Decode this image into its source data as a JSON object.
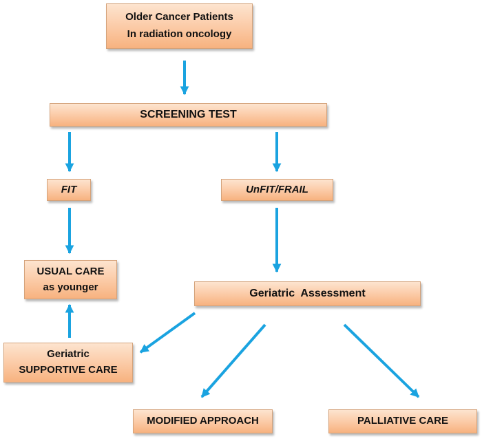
{
  "colors": {
    "box_fill_top": "#fde4cf",
    "box_fill_bottom": "#f7b27f",
    "box_border": "#d4a27a",
    "arrow": "#1aa3e0",
    "text": "#111111"
  },
  "nodes": {
    "older_patients": {
      "line1": "Older Cancer Patients",
      "line2": "In radiation oncology"
    },
    "screening_test": {
      "label": "SCREENING TEST"
    },
    "fit": {
      "label": "FIT"
    },
    "unfit_frail": {
      "label": "UnFIT/FRAIL"
    },
    "usual_care": {
      "line1": "USUAL CARE",
      "line2": "as younger"
    },
    "geriatric_assessment": {
      "label": "Geriatric  Assessment"
    },
    "geriatric_supportive_care": {
      "line1": "Geriatric",
      "line2": "SUPPORTIVE CARE"
    },
    "modified_approach": {
      "label": "MODIFIED APPROACH"
    },
    "palliative_care": {
      "label": "PALLIATIVE CARE"
    }
  },
  "edges": [
    {
      "from": "older_patients",
      "to": "screening_test"
    },
    {
      "from": "screening_test",
      "to": "fit"
    },
    {
      "from": "screening_test",
      "to": "unfit_frail"
    },
    {
      "from": "fit",
      "to": "usual_care"
    },
    {
      "from": "unfit_frail",
      "to": "geriatric_assessment"
    },
    {
      "from": "geriatric_supportive_care",
      "to": "usual_care"
    },
    {
      "from": "geriatric_assessment",
      "to": "geriatric_supportive_care"
    },
    {
      "from": "geriatric_assessment",
      "to": "modified_approach"
    },
    {
      "from": "geriatric_assessment",
      "to": "palliative_care"
    }
  ]
}
